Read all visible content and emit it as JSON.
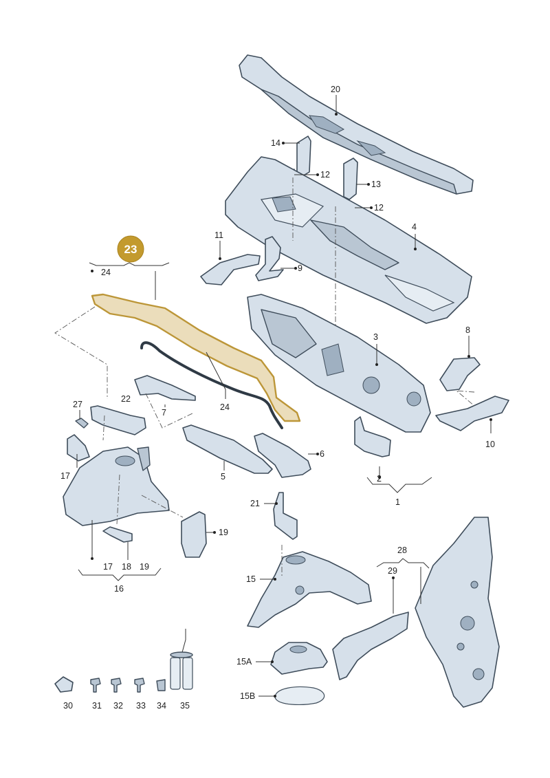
{
  "highlight": {
    "number": "23",
    "color": "#c39a2e"
  },
  "labels": {
    "l1": "1",
    "l2": "2",
    "l3": "3",
    "l4": "4",
    "l5": "5",
    "l6": "6",
    "l7": "7",
    "l8": "8",
    "l9": "9",
    "l10": "10",
    "l11": "11",
    "l12a": "12",
    "l12b": "12",
    "l13": "13",
    "l14": "14",
    "l15": "15",
    "l15a": "15A",
    "l15b": "15B",
    "l16": "16",
    "l17a": "17",
    "l17b": "17",
    "l18": "18",
    "l19a": "19",
    "l19b": "19",
    "l20": "20",
    "l21": "21",
    "l22": "22",
    "l24a": "24",
    "l24b": "24",
    "l27": "27",
    "l28": "28",
    "l29": "29",
    "l30": "30",
    "l31": "31",
    "l32": "32",
    "l33": "33",
    "l34": "34",
    "l35": "35"
  }
}
